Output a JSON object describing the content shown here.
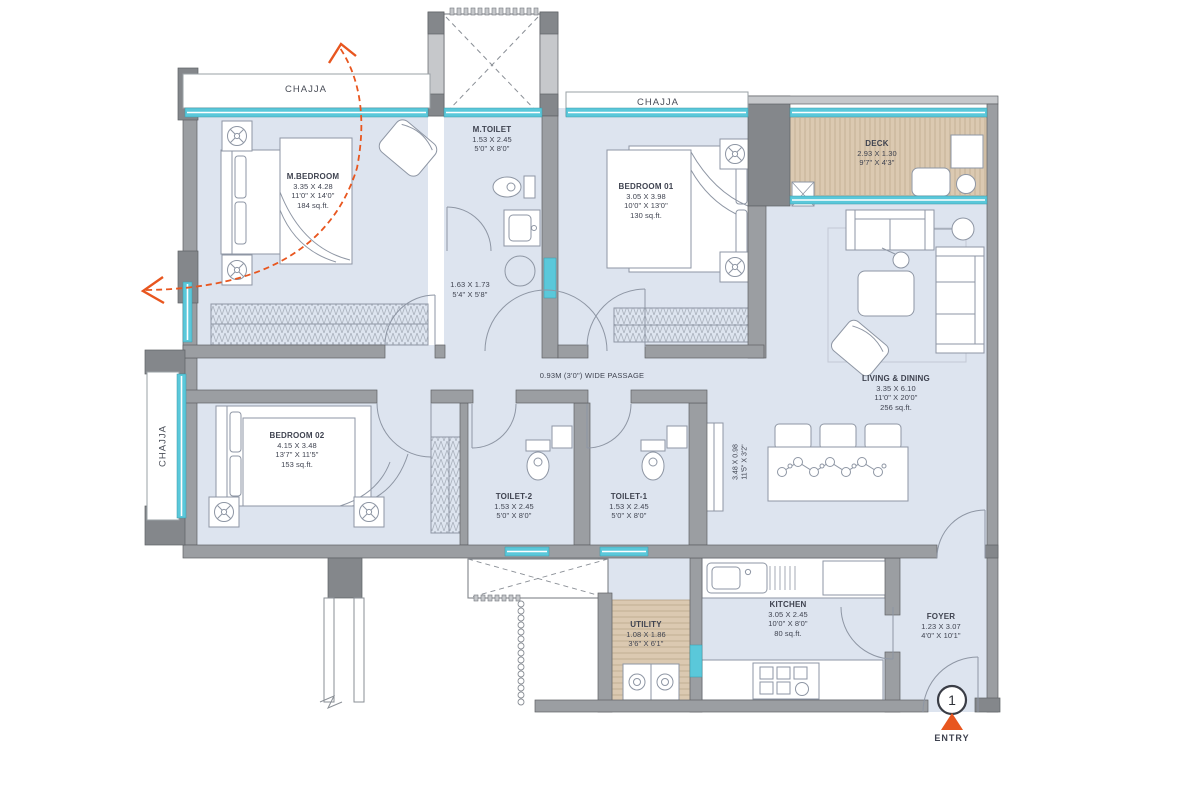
{
  "labels": {
    "chajja": "CHAJJA",
    "passage": "0.93M (3'0\") WIDE PASSAGE",
    "entry": "ENTRY",
    "entry_number": "1"
  },
  "rooms": [
    {
      "name": "M.BEDROOM",
      "dim_m": "3.35 X 4.28",
      "dim_ft": "11'0\" X 14'0\"",
      "area": "184 sq.ft."
    },
    {
      "name": "M.TOILET",
      "dim_m": "1.53 X 2.45",
      "dim_ft": "5'0\" X 8'0\""
    },
    {
      "name": "BEDROOM 01",
      "dim_m": "3.05 X 3.98",
      "dim_ft": "10'0\" X 13'0\"",
      "area": "130 sq.ft."
    },
    {
      "name": "DECK",
      "dim_m": "2.93 X 1.30",
      "dim_ft": "9'7\" X 4'3\""
    },
    {
      "name": "LIVING & DINING",
      "dim_m": "3.35 X 6.10",
      "dim_ft": "11'0\" X 20'0\"",
      "area": "256 sq.ft."
    },
    {
      "name": "BEDROOM 02",
      "dim_m": "4.15 X 3.48",
      "dim_ft": "13'7\" X 11'5\"",
      "area": "153 sq.ft."
    },
    {
      "name": "TOILET-2",
      "dim_m": "1.53 X 2.45",
      "dim_ft": "5'0\" X 8'0\""
    },
    {
      "name": "TOILET-1",
      "dim_m": "1.53 X 2.45",
      "dim_ft": "5'0\" X 8'0\""
    },
    {
      "name": "KITCHEN",
      "dim_m": "3.05 X 2.45",
      "dim_ft": "10'0\" X 8'0\"",
      "area": "80 sq.ft."
    },
    {
      "name": "UTILITY",
      "dim_m": "1.08 X 1.86",
      "dim_ft": "3'6\" X 6'1\""
    },
    {
      "name": "FOYER",
      "dim_m": "1.23 X 3.07",
      "dim_ft": "4'0\" X 10'1\""
    }
  ],
  "extra_dims": [
    {
      "dim_m": "1.63 X 1.73",
      "dim_ft": "5'4\" X 5'8\""
    },
    {
      "dim_m": "3.48 X 0.98",
      "dim_ft": "11'5\" X 3'2\""
    }
  ],
  "colors": {
    "accent_arrow": "#e8561f",
    "window": "#5ac8da",
    "wall": "#9b9ea2",
    "floor": "#dde4ef",
    "deck_floor": "#dbc9b1"
  }
}
